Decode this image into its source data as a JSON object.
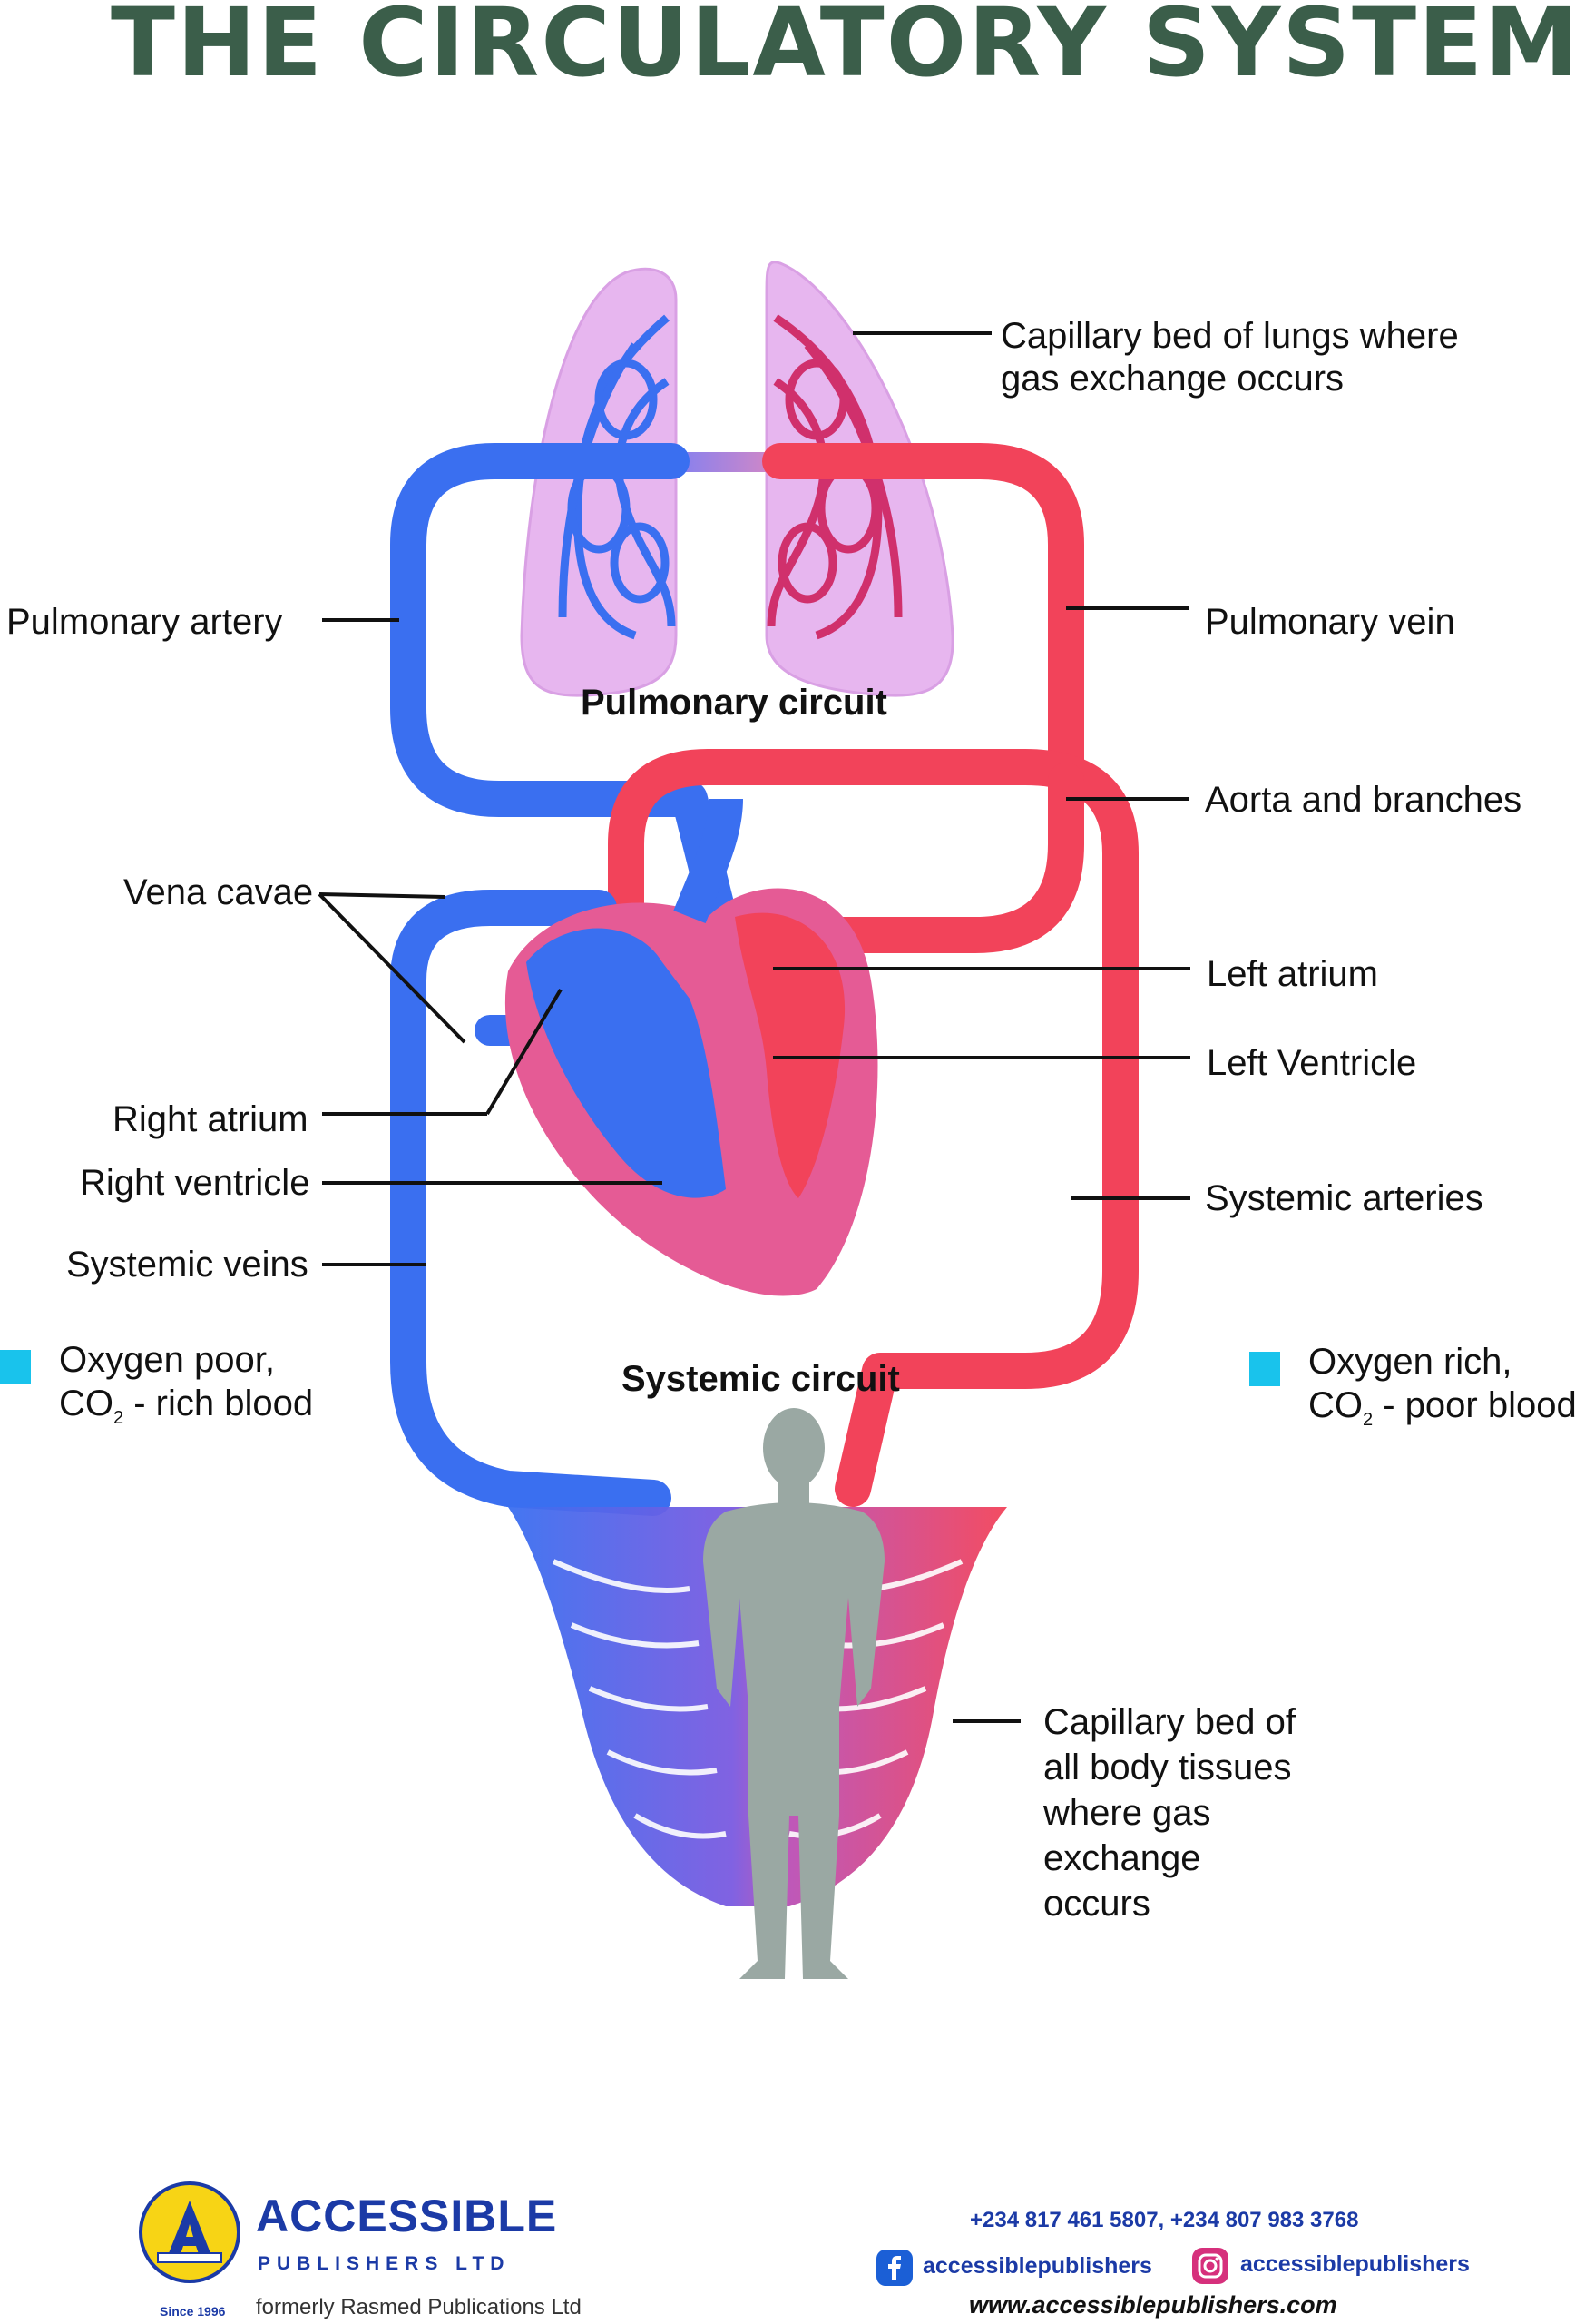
{
  "title": "THE CIRCULATORY SYSTEM",
  "labels": {
    "capillary_lungs_line1": "Capillary bed of lungs where",
    "capillary_lungs_line2": "gas exchange occurs",
    "pulmonary_artery": "Pulmonary artery",
    "pulmonary_vein": "Pulmonary vein",
    "pulmonary_circuit": "Pulmonary circuit",
    "aorta": "Aorta and branches",
    "vena_cavae": "Vena cavae",
    "left_atrium": "Left atrium",
    "left_ventricle": "Left Ventricle",
    "right_atrium": "Right atrium",
    "right_ventricle": "Right ventricle",
    "systemic_arteries": "Systemic arteries",
    "systemic_veins": "Systemic veins",
    "systemic_circuit": "Systemic circuit",
    "capillary_body": "Capillary bed of all body tissues where gas exchange occurs"
  },
  "legend": {
    "poor_line1": "Oxygen poor,",
    "poor_co2": "CO",
    "poor_sub": "2",
    "poor_rest": " - rich blood",
    "rich_line1": "Oxygen rich,",
    "rich_co2": "CO",
    "rich_sub": "2",
    "rich_rest": " - poor blood",
    "marker_color": "#19c3ec"
  },
  "colors": {
    "title": "#3b5e4a",
    "oxygen_poor": "#3a6ff0",
    "oxygen_rich": "#f2435a",
    "lung": "#e7b6ef",
    "heart": "#e55b95",
    "silhouette": "#9aa8a3"
  },
  "footer": {
    "brand": "ACCESSIBLE",
    "brand_sub": "PUBLISHERS LTD",
    "since": "Since 1996",
    "formerly": "formerly Rasmed Publications Ltd",
    "phones": "+234 817 461 5807, +234 807 983 3768",
    "facebook": "accessiblepublishers",
    "instagram": "accessiblepublishers",
    "website": "www.accessiblepublishers.com"
  }
}
